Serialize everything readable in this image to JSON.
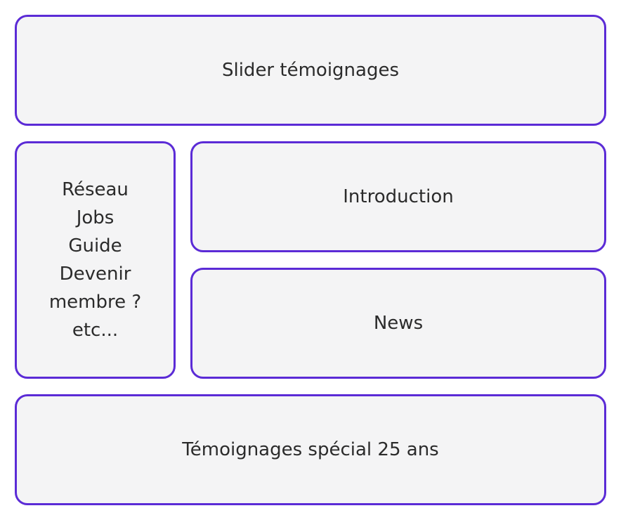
{
  "blocks": {
    "slider": {
      "label": "Slider témoignages"
    },
    "sidebar": {
      "lines": [
        "Réseau",
        "Jobs",
        "Guide",
        "Devenir",
        "membre ?",
        "etc..."
      ]
    },
    "introduction": {
      "label": "Introduction"
    },
    "news": {
      "label": "News"
    },
    "temoignages": {
      "label": "Témoignages spécial 25 ans"
    }
  },
  "colors": {
    "border": "#5b2bd6",
    "fill": "#f4f4f5",
    "text": "#2b2b2b"
  }
}
